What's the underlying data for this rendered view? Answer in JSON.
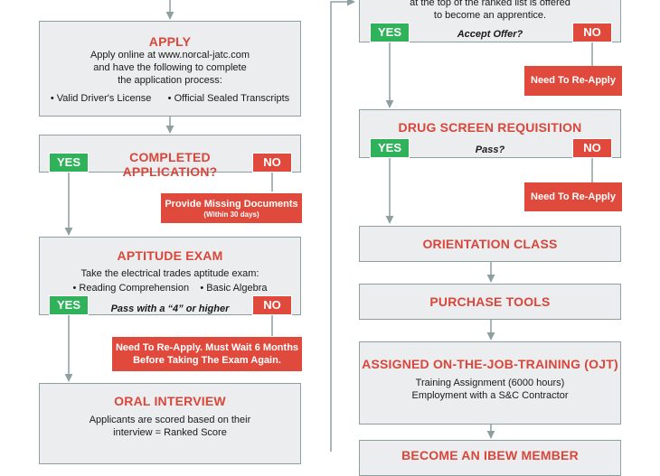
{
  "left": {
    "apply": {
      "title": "APPLY",
      "lines": [
        "Apply online at www.norcal-jatc.com",
        "and have the following to complete",
        "the application process:"
      ],
      "bullets": [
        "Valid Driver's License",
        "Official Sealed Transcripts"
      ]
    },
    "completed": {
      "yes": "YES",
      "title": "COMPLETED APPLICATION?",
      "no": "NO",
      "fail": "Provide Missing Documents",
      "fail_note": "(Within 30 days)"
    },
    "aptitude": {
      "title": "APTITUDE EXAM",
      "line": "Take the electrical trades aptitude exam:",
      "bullets": [
        "Reading Comprehension",
        "Basic Algebra"
      ],
      "yes": "YES",
      "question": "Pass with a “4” or higher",
      "no": "NO",
      "fail_1": "Need To Re-Apply. Must Wait 6 Months",
      "fail_2": "Before Taking The Exam Again."
    },
    "oral": {
      "title": "ORAL INTERVIEW",
      "lines": [
        "Applicants are scored based on their",
        "interview = Ranked Score"
      ]
    }
  },
  "right": {
    "offer": {
      "lines": [
        "at the top of the ranked list is offered",
        "to become an apprentice."
      ],
      "yes": "YES",
      "question": "Accept Offer?",
      "no": "NO",
      "fail": "Need To Re-Apply"
    },
    "drug": {
      "title": "DRUG SCREEN REQUISITION",
      "yes": "YES",
      "question": "Pass?",
      "no": "NO",
      "fail": "Need To Re-Apply"
    },
    "orientation": {
      "title": "ORIENTATION CLASS"
    },
    "tools": {
      "title": "PURCHASE TOOLS"
    },
    "ojt": {
      "title": "ASSIGNED ON-THE-JOB-TRAINING (OJT)",
      "lines": [
        "Training Assignment (6000 hours)",
        "Employment with a S&C Contractor"
      ]
    },
    "bottom": {
      "title": "BECOME AN IBEW MEMBER"
    }
  },
  "colors": {
    "connector": "#8e9fa0",
    "accent": "#d9463b",
    "yes": "#2fb25a",
    "no": "#e04a3c",
    "box": "#ebedee"
  }
}
